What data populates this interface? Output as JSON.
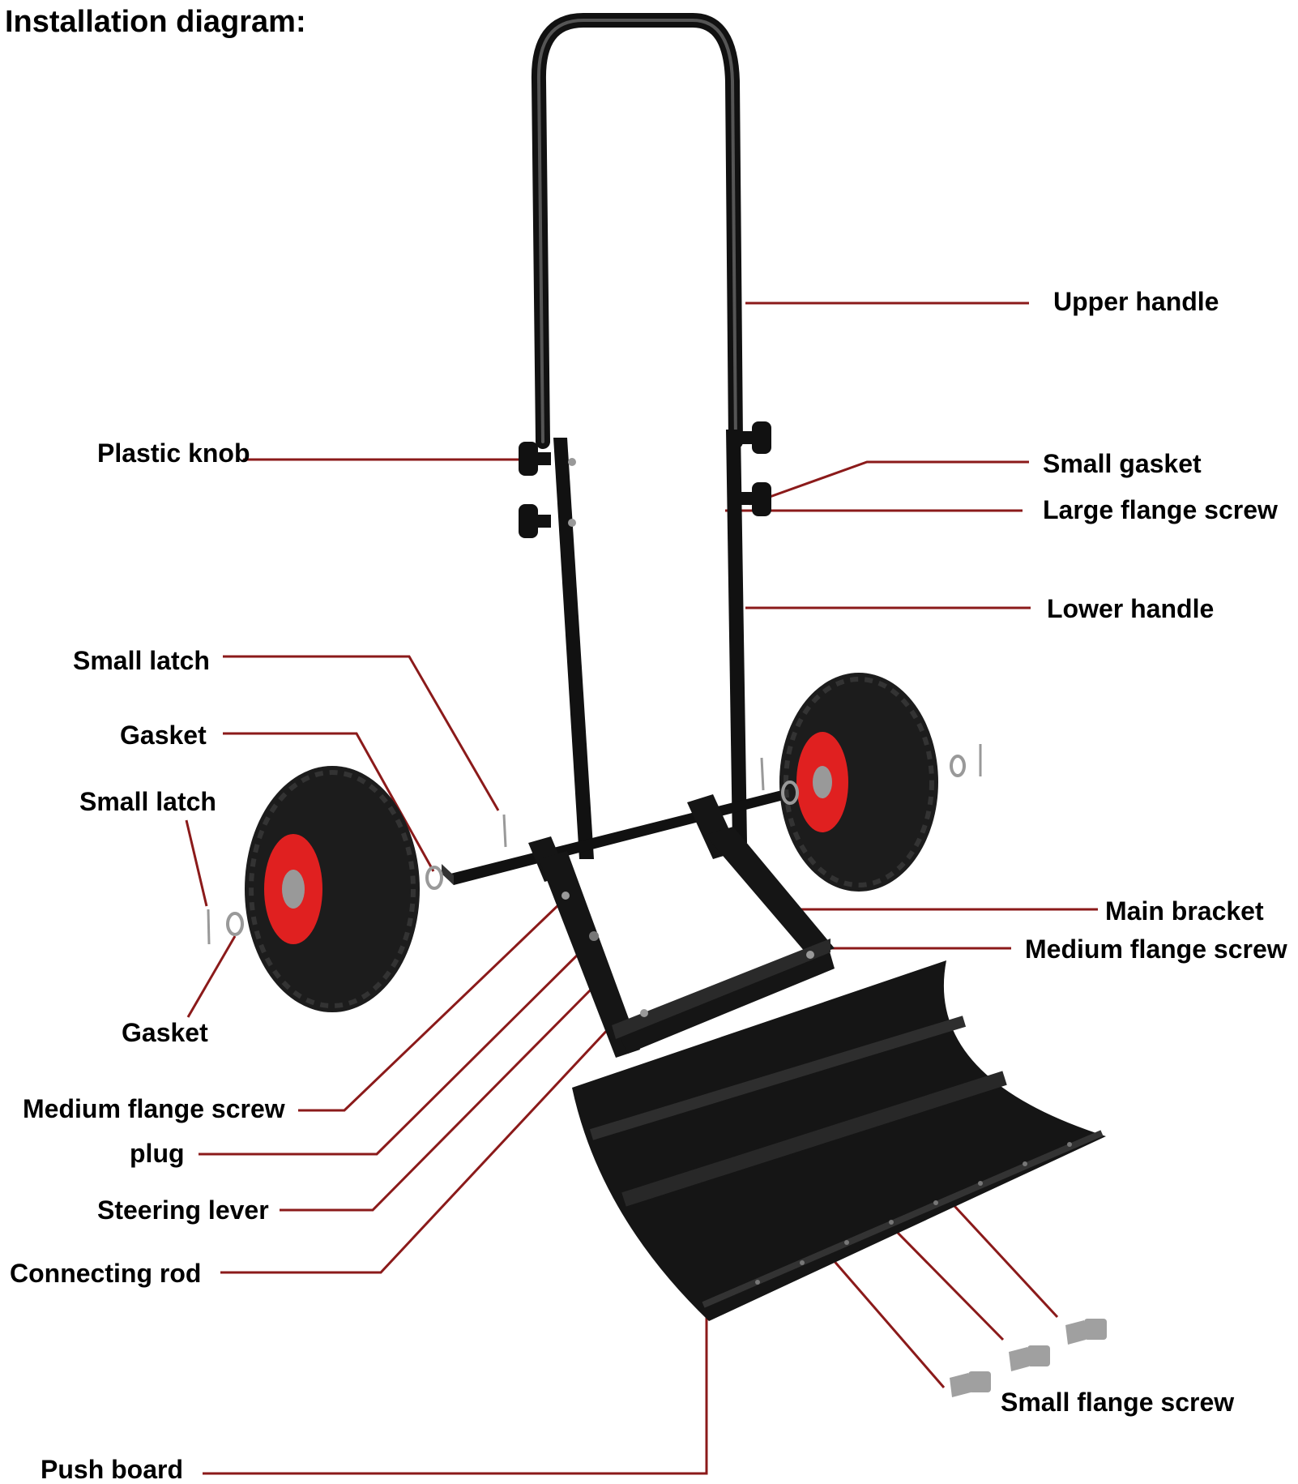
{
  "title": "Installation diagram:",
  "colors": {
    "leader_line": "#8b1a1a",
    "frame": "#111111",
    "tire": "#1c1c1c",
    "rim": "#e02020",
    "hardware": "#a0a0a0"
  },
  "labels": {
    "upper_handle": "Upper handle",
    "plastic_knob": "Plastic knob",
    "small_gasket": "Small gasket",
    "large_flange_screw": "Large flange screw",
    "lower_handle": "Lower handle",
    "small_latch_1": "Small latch",
    "gasket_1": "Gasket",
    "small_latch_2": "Small latch",
    "gasket_2": "Gasket",
    "main_bracket": "Main bracket",
    "medium_flange_screw_right": "Medium flange screw",
    "medium_flange_screw_left": "Medium flange screw",
    "plug": "plug",
    "steering_lever": "Steering lever",
    "connecting_rod": "Connecting rod",
    "small_flange_screw": "Small flange screw",
    "push_board": "Push board"
  }
}
